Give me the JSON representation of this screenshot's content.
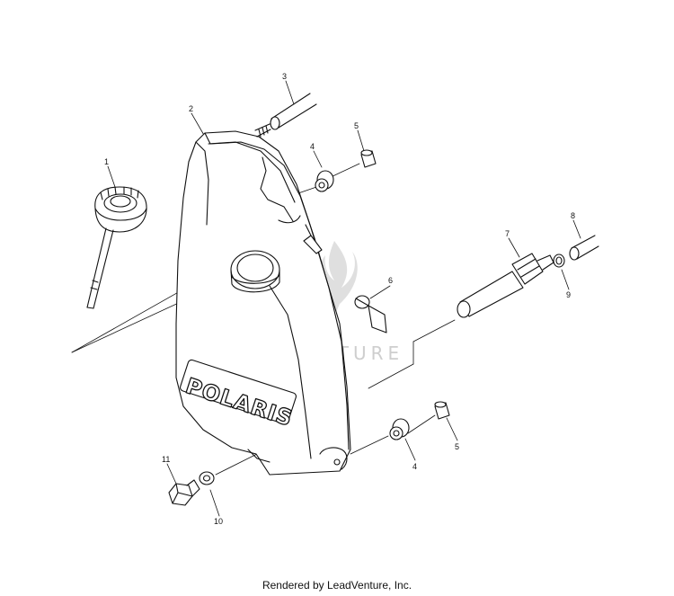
{
  "watermark": {
    "text": "LEADVENTURE"
  },
  "brand_text": "POLARIS",
  "callouts": [
    {
      "id": "1",
      "label": "1"
    },
    {
      "id": "2",
      "label": "2"
    },
    {
      "id": "3",
      "label": "3"
    },
    {
      "id": "4a",
      "label": "4"
    },
    {
      "id": "5a",
      "label": "5"
    },
    {
      "id": "6",
      "label": "6"
    },
    {
      "id": "7",
      "label": "7"
    },
    {
      "id": "8",
      "label": "8"
    },
    {
      "id": "9",
      "label": "9"
    },
    {
      "id": "4b",
      "label": "4"
    },
    {
      "id": "5b",
      "label": "5"
    },
    {
      "id": "11",
      "label": "11"
    },
    {
      "id": "10",
      "label": "10"
    }
  ],
  "footer": {
    "text": "Rendered by LeadVenture, Inc."
  }
}
